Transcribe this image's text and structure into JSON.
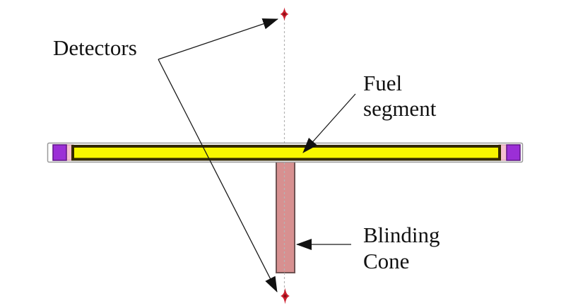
{
  "figure": {
    "labels": {
      "detectors": "Detectors",
      "fuel_line1": "Fuel",
      "fuel_line2": "segment",
      "blinding_line1": "Blinding",
      "blinding_line2": "Cone"
    },
    "colors": {
      "fuel_yellow": "#f8f600",
      "detector_purple": "#9b2fd6",
      "pink_gap": "#f5bfd0",
      "cone_pink": "#d79090",
      "star_red": "#cc1f2e",
      "star_core": "#8c0f16",
      "dashed_axis": "#b4b4b4",
      "arrow_black": "#111111"
    }
  }
}
